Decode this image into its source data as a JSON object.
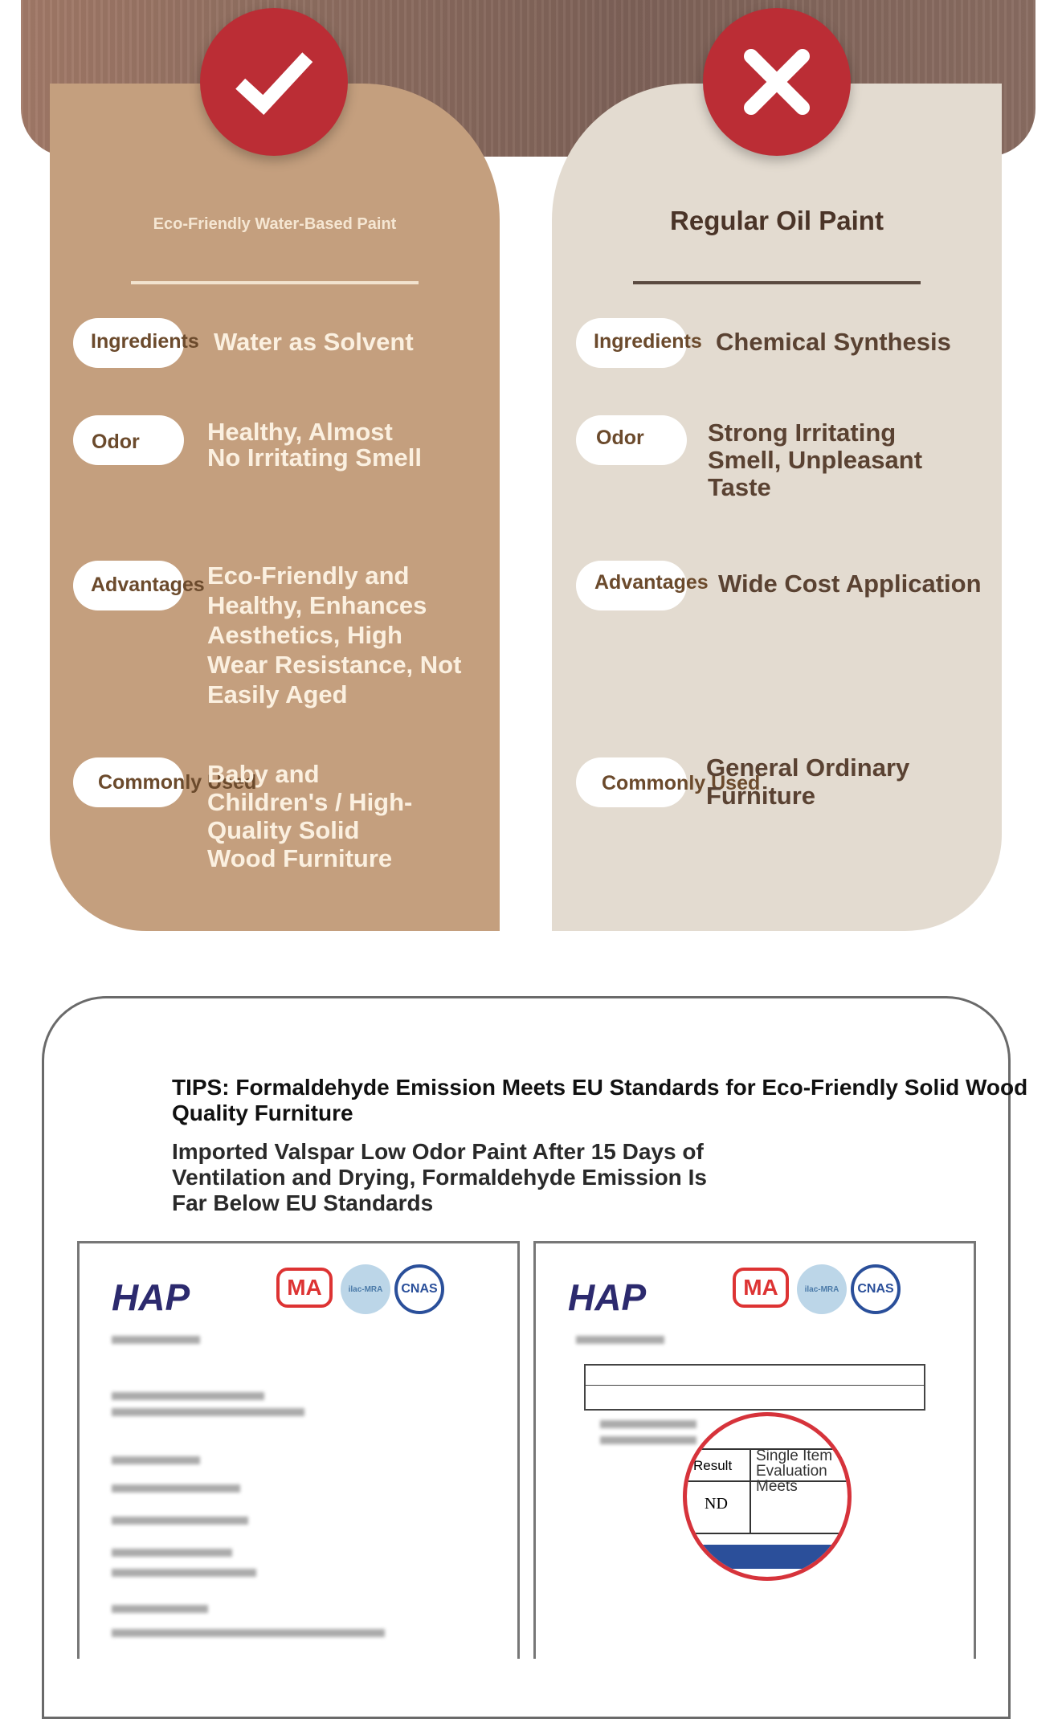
{
  "left": {
    "title": "Eco-Friendly Water-Based Paint",
    "icon": "check-icon",
    "rows": [
      {
        "label": "Ingredients",
        "value": "Water as Solvent"
      },
      {
        "label": "Odor",
        "value": "Healthy, Almost No Irritating Smell"
      },
      {
        "label": "Advantages",
        "value": "Eco-Friendly and Healthy, Enhances Aesthetics, High Wear Resistance, Not Easily Aged"
      },
      {
        "label": "Commonly Used",
        "value": "Baby and Children's / High-Quality Solid Wood Furniture"
      }
    ]
  },
  "right": {
    "title": "Regular Oil Paint",
    "icon": "x-icon",
    "rows": [
      {
        "label": "Ingredients",
        "value": "Chemical Synthesis"
      },
      {
        "label": "Odor",
        "value": "Strong Irritating Smell, Unpleasant Taste"
      },
      {
        "label": "Advantages",
        "value": "Wide Cost Application"
      },
      {
        "label": "Commonly Used",
        "value": "General Ordinary Furniture"
      }
    ]
  },
  "tips": {
    "headline": "TIPS: Formaldehyde Emission Meets EU Standards for Eco-Friendly Solid Wood Quality Furniture",
    "subline": "Imported Valspar Low Odor Paint After 15 Days of Ventilation and Drying, Formaldehyde Emission Is Far Below EU Standards"
  },
  "docs": {
    "logo": "HAP",
    "cma": "MA",
    "ilac": "ilac-MRA",
    "cnas": "CNAS",
    "magnifier": {
      "result_label": "Result",
      "result_value": "ND",
      "evaluation": "Single Item Evaluation Meets"
    }
  },
  "colors": {
    "accent_red": "#bb2d35",
    "left_card": "#c49f7e",
    "right_card": "#e3dbd0"
  }
}
